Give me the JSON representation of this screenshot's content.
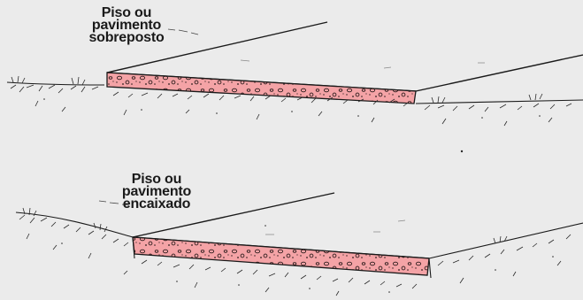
{
  "diagram": {
    "top_label": {
      "line1": "Piso ou",
      "line2": "pavimento",
      "line3": "sobreposto"
    },
    "bottom_label": {
      "line1": "Piso ou",
      "line2": "pavimento",
      "line3": "encaixado"
    }
  },
  "colors": {
    "background": "#ebebeb",
    "slab": "#f4a3a6",
    "stroke": "#1a1a1a"
  }
}
